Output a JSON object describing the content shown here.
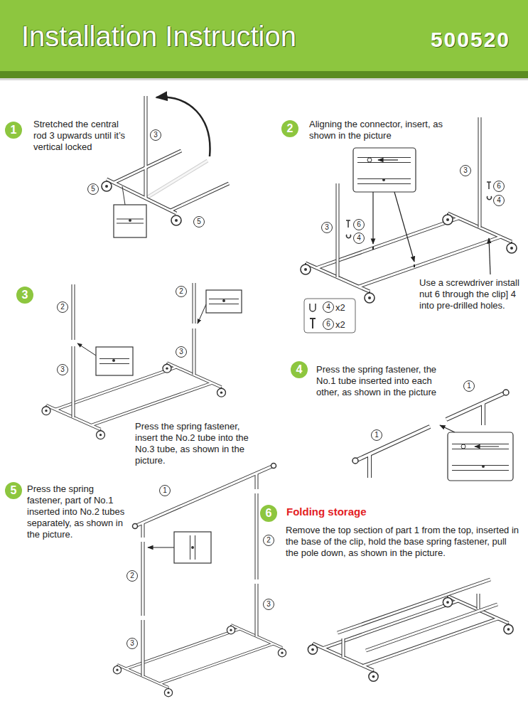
{
  "diagram": {
    "title": "Installation Instruction",
    "nodes": [
      {
        "text": [
          "1"
        ]
      },
      {
        "text": [
          "2"
        ]
      },
      {
        "text": [
          "3"
        ]
      },
      {
        "text": [
          "4"
        ]
      },
      {
        "text": [
          "5"
        ]
      },
      {
        "text": [
          "6"
        ]
      }
    ],
    "labels": [
      "500520",
      "Stretched the central rod 3 upwards until it’s vertical locked",
      "3",
      "5",
      "5",
      "Aligning the connector, insert, as shown in the picture",
      "3",
      "3",
      "6",
      "4",
      "6",
      "4",
      "Use a screwdriver install nut 6 through the clip] 4 into pre-drilled holes.",
      "4",
      "x2",
      "6",
      "x2",
      "2",
      "2",
      "3",
      "3",
      "Press the spring fastener, insert the No.2 tube into the No.3 tube, as shown in the picture.",
      "Press the spring fastener, the No.1 tube inserted into each other, as shown in the picture",
      "1",
      "1",
      "Press the spring fastener, part of No.1 inserted into No.2 tubes separately, as shown in the picture.",
      "1",
      "2",
      "2",
      "3",
      "3",
      "Folding storage",
      "Remove the top section of part 1 from the top, inserted in the base of the clip, hold the base spring fastener, pull the pole down, as shown in the picture."
    ]
  }
}
